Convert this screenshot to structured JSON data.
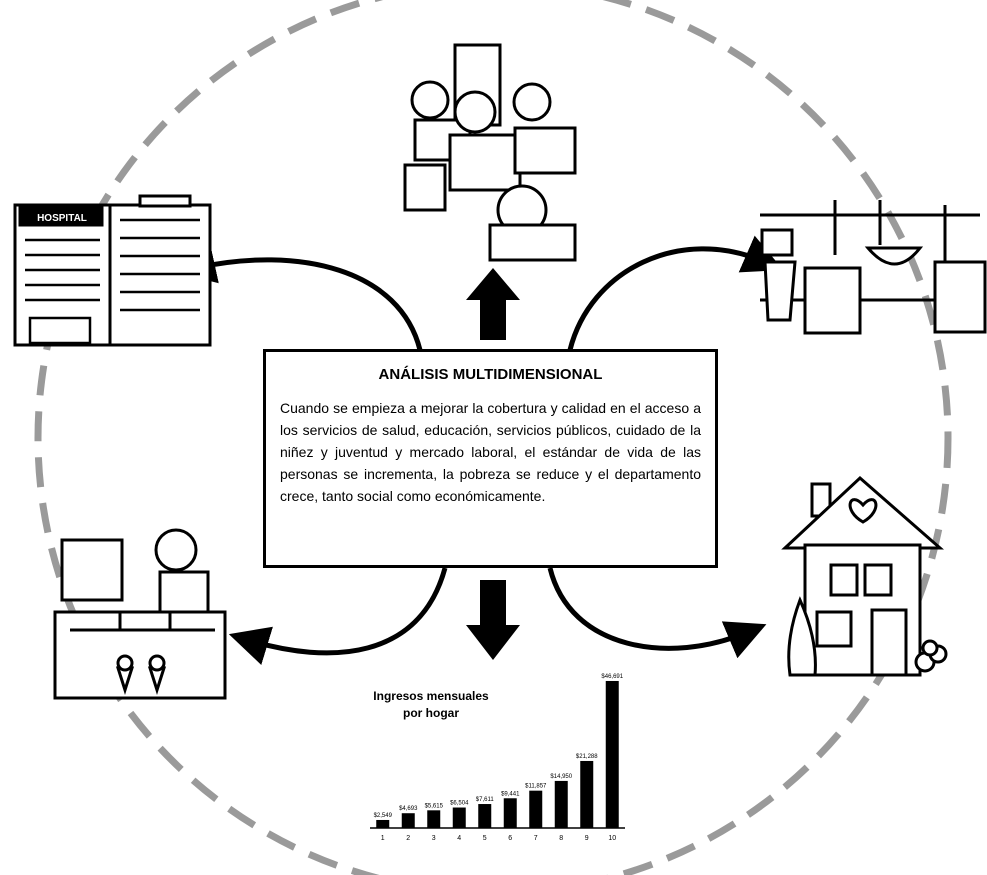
{
  "center": {
    "title": "ANÁLISIS MULTIDIMENSIONAL",
    "text": "Cuando se empieza a mejorar la cobertura y calidad en el acceso a los servicios de salud, educación, servicios públicos, cuidado de la niñez y juventud y mercado laboral, el estándar de vida de las personas se incrementa, la pobreza se reduce y el departamento crece, tanto social como económicamente."
  },
  "hospital_sign": "HOSPITAL",
  "icons": {
    "hospital": "hospital-icon",
    "classroom": "classroom-icon",
    "plumbing": "plumbing-icon",
    "house": "house-icon",
    "ice_cream_shop": "ice-cream-shop-icon"
  },
  "chart_data": {
    "type": "bar",
    "title": "Ingresos mensuales por hogar",
    "categories": [
      "1",
      "2",
      "3",
      "4",
      "5",
      "6",
      "7",
      "8",
      "9",
      "10"
    ],
    "values": [
      2549,
      4693,
      5615,
      6504,
      7611,
      9441,
      11857,
      14950,
      21288,
      46691
    ],
    "value_labels": [
      "$2,549",
      "$4,693",
      "$5,615",
      "$6,504",
      "$7,611",
      "$9,441",
      "$11,857",
      "$14,950",
      "$21,288",
      "$46,691"
    ],
    "xlabel": "",
    "ylabel": "",
    "ylim": [
      0,
      47000
    ],
    "grid": false,
    "bar_color": "#000000"
  }
}
